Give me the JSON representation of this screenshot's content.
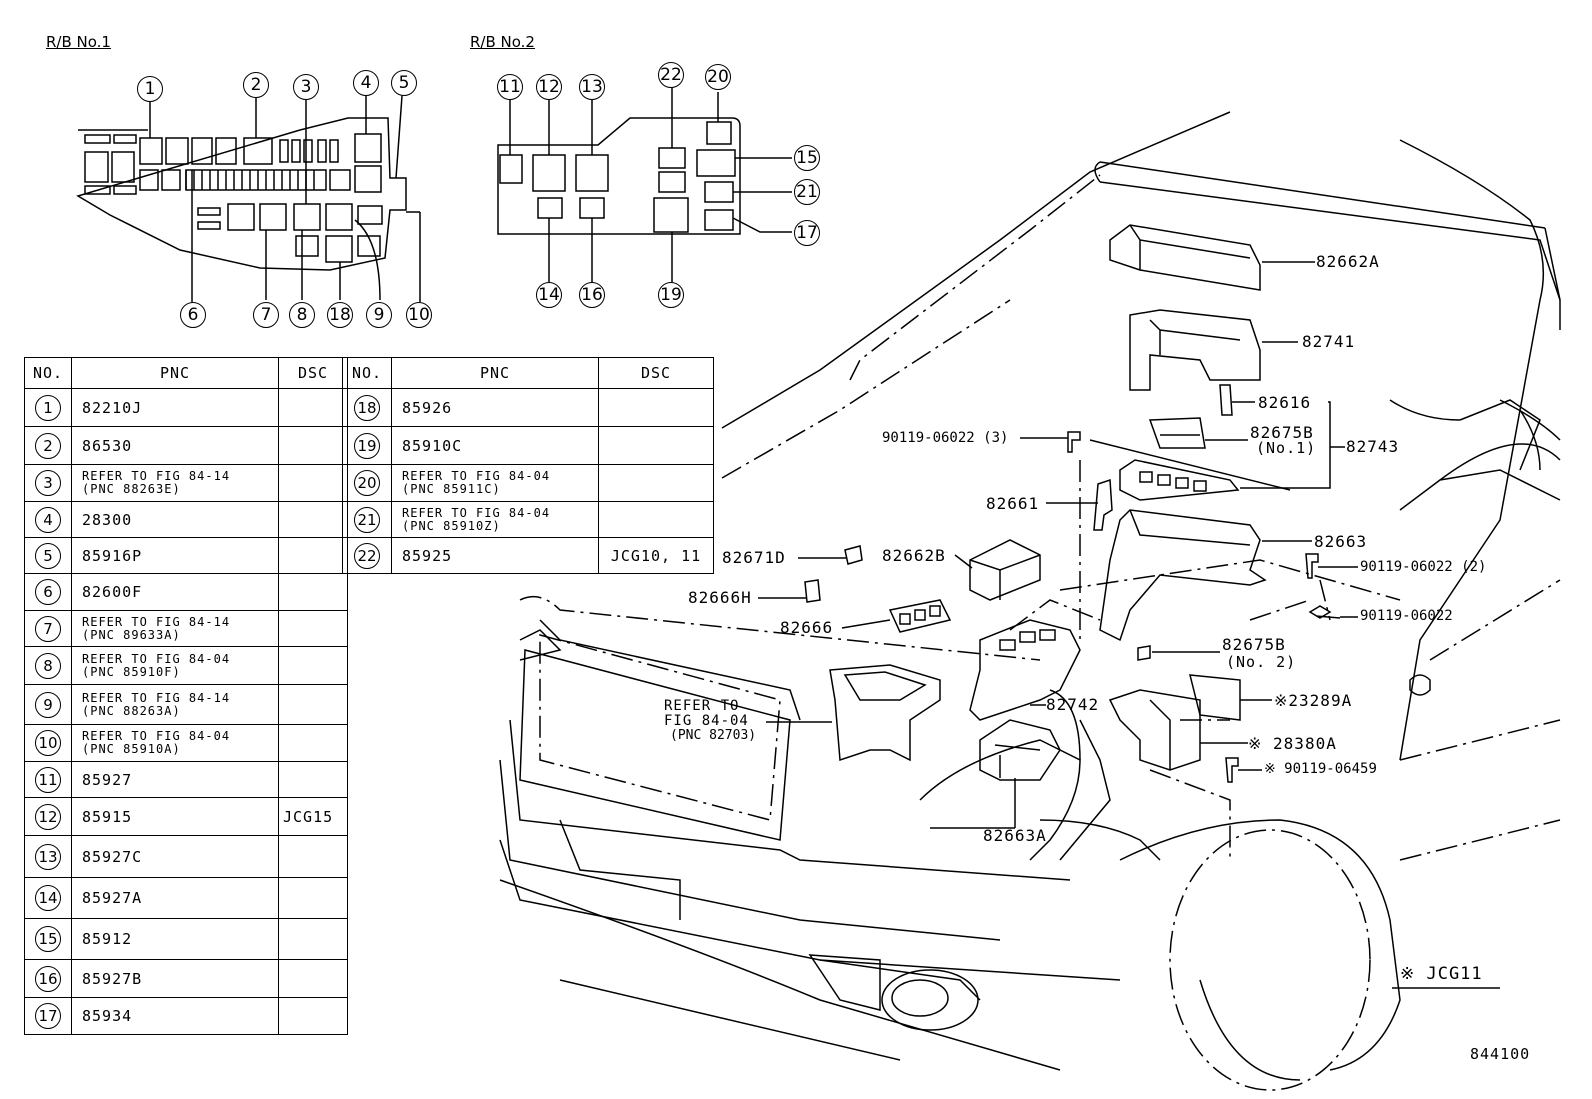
{
  "headings": {
    "rb1": "R/B No.1",
    "rb2": "R/B No.2"
  },
  "table_headers": {
    "no": "NO.",
    "pnc": "PNC",
    "dsc": "DSC"
  },
  "rows": [
    {
      "no": "1",
      "pnc": "82210J",
      "dsc": ""
    },
    {
      "no": "2",
      "pnc": "86530",
      "dsc": ""
    },
    {
      "no": "3",
      "pnc": "REFER TO FIG 84-14",
      "pnc2": "(PNC 88263E)",
      "dsc": ""
    },
    {
      "no": "4",
      "pnc": "28300",
      "dsc": ""
    },
    {
      "no": "5",
      "pnc": "85916P",
      "dsc": ""
    },
    {
      "no": "6",
      "pnc": "82600F",
      "dsc": ""
    },
    {
      "no": "7",
      "pnc": "REFER TO FIG 84-14",
      "pnc2": "(PNC 89633A)",
      "dsc": ""
    },
    {
      "no": "8",
      "pnc": "REFER TO FIG 84-04",
      "pnc2": "(PNC 85910F)",
      "dsc": ""
    },
    {
      "no": "9",
      "pnc": "REFER TO FIG 84-14",
      "pnc2": "(PNC 88263A)",
      "dsc": ""
    },
    {
      "no": "10",
      "pnc": "REFER TO FIG 84-04",
      "pnc2": "(PNC 85910A)",
      "dsc": ""
    },
    {
      "no": "11",
      "pnc": "85927",
      "dsc": ""
    },
    {
      "no": "12",
      "pnc": "85915",
      "dsc": "JCG15"
    },
    {
      "no": "13",
      "pnc": "85927C",
      "dsc": ""
    },
    {
      "no": "14",
      "pnc": "85927A",
      "dsc": ""
    },
    {
      "no": "15",
      "pnc": "85912",
      "dsc": ""
    },
    {
      "no": "16",
      "pnc": "85927B",
      "dsc": ""
    },
    {
      "no": "17",
      "pnc": "85934",
      "dsc": ""
    },
    {
      "no": "18",
      "pnc": "85926",
      "dsc": ""
    },
    {
      "no": "19",
      "pnc": "85910C",
      "dsc": ""
    },
    {
      "no": "20",
      "pnc": "REFER TO FIG 84-04",
      "pnc2": "(PNC 85911C)",
      "dsc": ""
    },
    {
      "no": "21",
      "pnc": "REFER TO FIG 84-04",
      "pnc2": "(PNC 85910Z)",
      "dsc": ""
    },
    {
      "no": "22",
      "pnc": "85925",
      "dsc": "JCG10, 11"
    }
  ],
  "rb1_callouts": [
    "1",
    "2",
    "3",
    "4",
    "5",
    "6",
    "7",
    "8",
    "18",
    "9",
    "10"
  ],
  "rb2_callouts": [
    "11",
    "12",
    "13",
    "22",
    "20",
    "15",
    "21",
    "17",
    "14",
    "16",
    "19"
  ],
  "part_labels": {
    "p82662A": "82662A",
    "p82741": "82741",
    "p82616": "82616",
    "p82675B1": "82675B",
    "p82675B1b": "(No.1)",
    "p82743": "82743",
    "p90119a": "90119-06022 (3)",
    "p82661": "82661",
    "p82663": "82663",
    "p90119b": "90119-06022 (2)",
    "p82671D": "82671D",
    "p82662B": "82662B",
    "p82666H": "82666H",
    "p90119c": "90119-06022",
    "p82666": "82666",
    "p82675B2": "82675B",
    "p82675B2b": "(No. 2)",
    "p23289A": "※23289A",
    "refer1": "REFER TO",
    "refer2": "FIG 84-04",
    "refer3": "(PNC 82703)",
    "p82742": "82742",
    "p28380A": "※ 28380A",
    "p90119d": "※ 90119-06459",
    "p82663A": "82663A",
    "jcg11": "※ JCG11",
    "figno": "844100"
  }
}
